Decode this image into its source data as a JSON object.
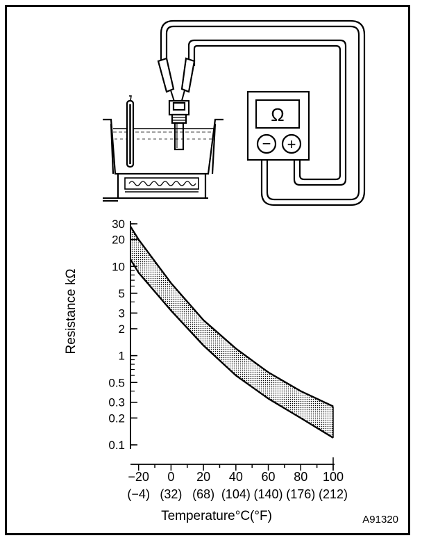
{
  "figure_code": "A91320",
  "meter": {
    "symbol": "Ω",
    "minus_symbol": "−",
    "plus_symbol": "+"
  },
  "chart_data": {
    "type": "line",
    "y_scale": "log",
    "ylabel": "Resistance kΩ",
    "xlabel": "Temperature°C(°F)",
    "xlim": [
      -25,
      100
    ],
    "ylim": [
      0.1,
      30
    ],
    "y_ticks": [
      "30",
      "20",
      "10",
      "5",
      "3",
      "2",
      "1",
      "0.5",
      "0.3",
      "0.2",
      "0.1"
    ],
    "y_tick_values": [
      30,
      20,
      10,
      5,
      3,
      2,
      1,
      0.5,
      0.3,
      0.2,
      0.1
    ],
    "x_ticks_c": [
      "−20",
      "0",
      "20",
      "40",
      "60",
      "80",
      "100"
    ],
    "x_tick_values": [
      -20,
      0,
      20,
      40,
      60,
      80,
      100
    ],
    "x_ticks_f": [
      "(−4)",
      "(32)",
      "(68)",
      "(104)",
      "(140)",
      "(176)",
      "(212)"
    ],
    "series": [
      {
        "x": [
          -25,
          -20,
          0,
          20,
          40,
          60,
          80,
          100
        ],
        "values": [
          28,
          20,
          6.5,
          2.5,
          1.2,
          0.65,
          0.4,
          0.27
        ]
      },
      {
        "x": [
          -25,
          -20,
          0,
          20,
          40,
          60,
          80,
          100
        ],
        "values": [
          12,
          8.5,
          3.2,
          1.3,
          0.6,
          0.33,
          0.2,
          0.12
        ]
      }
    ],
    "band": "shaded region between upper and lower limits"
  }
}
